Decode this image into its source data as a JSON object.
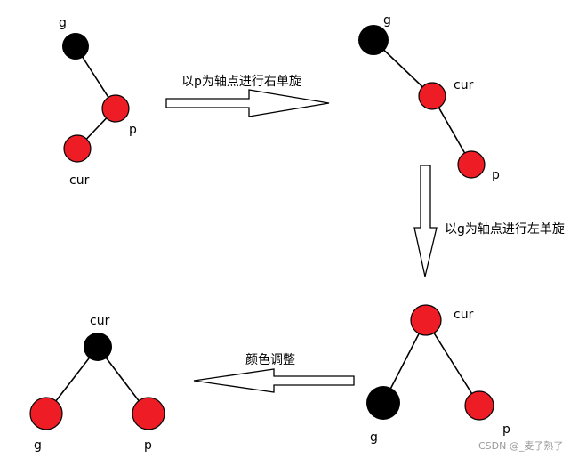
{
  "colors": {
    "red_node": "#ee1c24",
    "black_node": "#000000",
    "edge": "#000000",
    "arrow_fill": "#ffffff",
    "arrow_stroke": "#000000"
  },
  "steps": {
    "step1": "以p为轴点进行右单旋",
    "step2": "以g为轴点进行左单旋",
    "step3": "颜色调整"
  },
  "stage1": {
    "g": "g",
    "p": "p",
    "cur": "cur"
  },
  "stage2": {
    "g": "g",
    "cur": "cur",
    "p": "p"
  },
  "stage3": {
    "cur": "cur",
    "g": "g",
    "p": "p"
  },
  "stage4": {
    "cur": "cur",
    "g": "g",
    "p": "p"
  },
  "watermark": "CSDN @_麦子熟了"
}
